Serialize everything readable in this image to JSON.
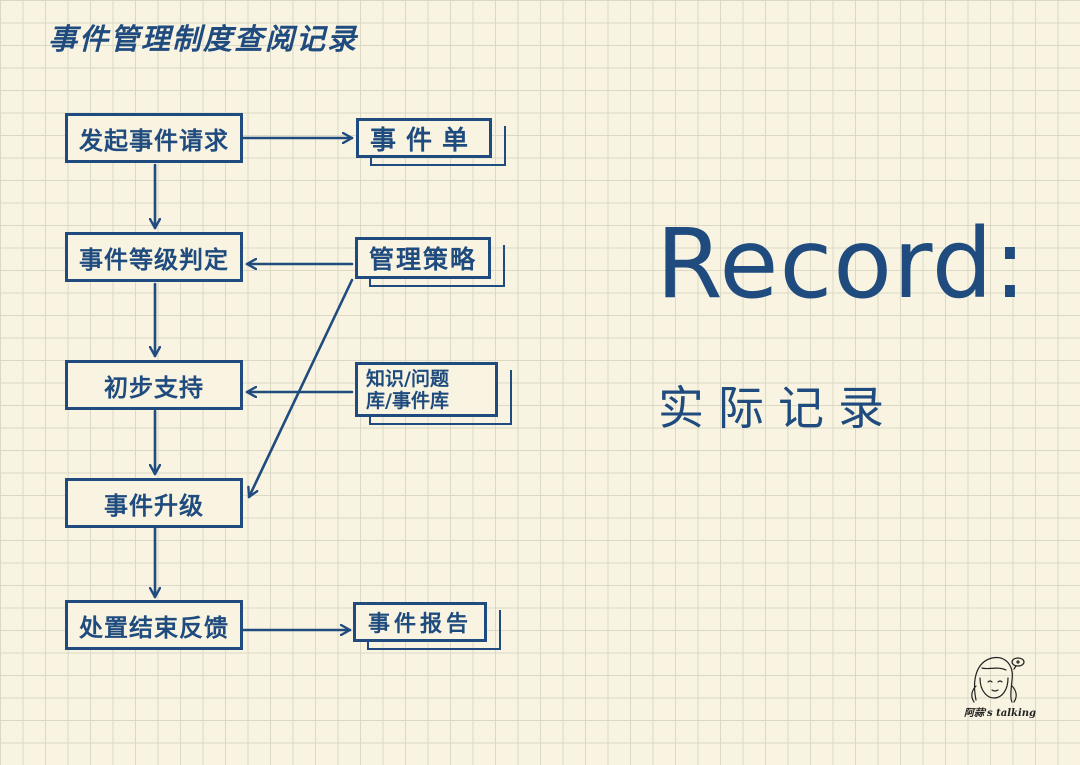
{
  "title": "事件管理制度查阅记录",
  "process": [
    "发起事件请求",
    "事件等级判定",
    "初步支持",
    "事件升级",
    "处置结束反馈"
  ],
  "side": {
    "ticket": "事件单",
    "policy": "管理策略",
    "knowledge_line1": "知识/问题",
    "knowledge_line2": "库/事件库",
    "report": "事件报告"
  },
  "record_heading": "Record:",
  "record_sub": "实际记录",
  "logo_text": "阿蒜's talking",
  "colors": {
    "ink": "#1f4b7e",
    "paper": "#f8f4e1",
    "grid": "#dcd8c6"
  }
}
